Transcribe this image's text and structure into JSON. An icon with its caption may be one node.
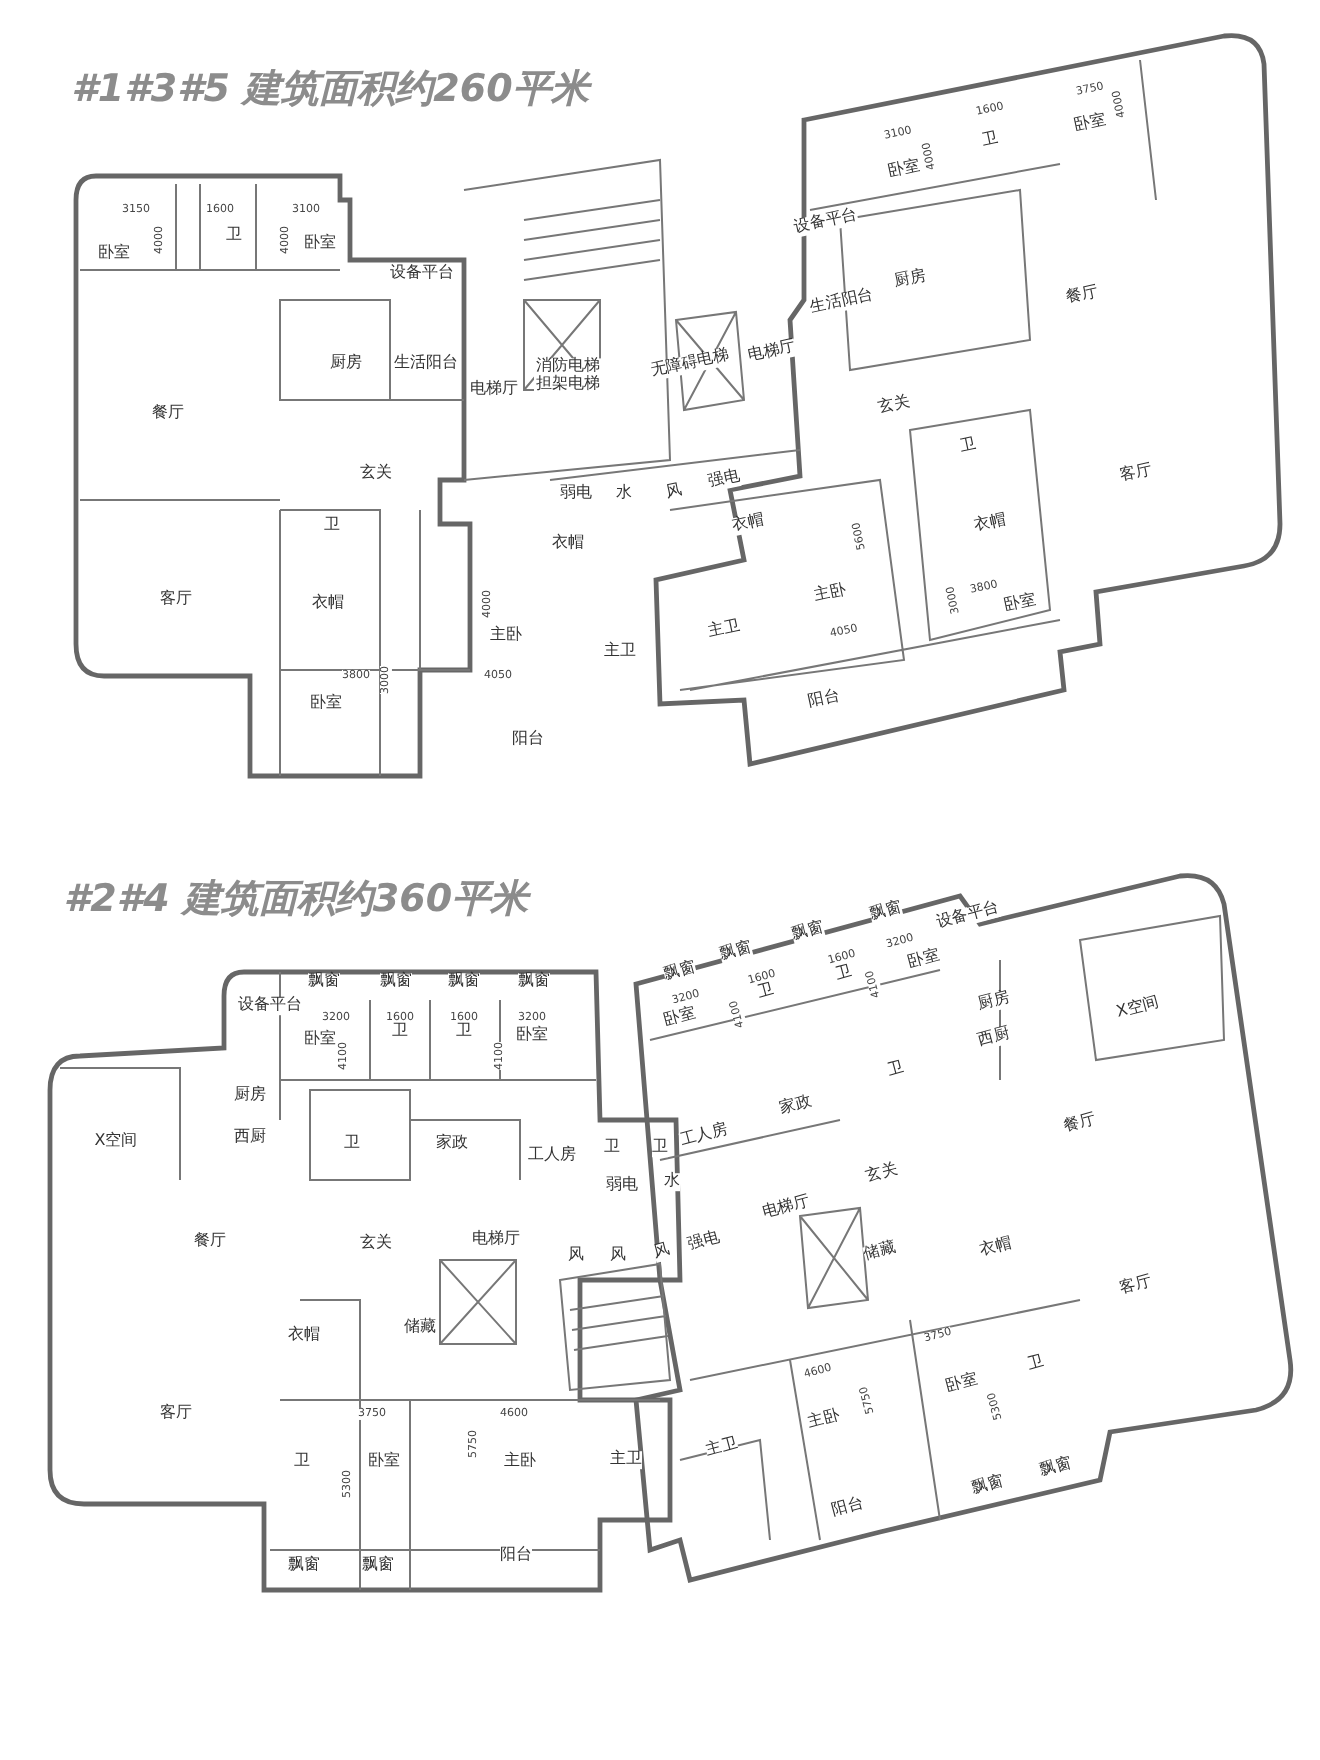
{
  "diagram": {
    "labels": [
      "#1#3#5 建筑面积约260平米",
      "3150",
      "1600",
      "3100",
      "4000",
      "卫",
      "4000",
      "卧室",
      "卧室",
      "设备平台",
      "厨房",
      "生活阳台",
      "电梯厅",
      "消防电梯担架电梯",
      "餐厅",
      "玄关",
      "弱电",
      "水",
      "风",
      "强电",
      "卫",
      "衣帽",
      "客厅",
      "衣帽",
      "4000",
      "主卧",
      "主卫",
      "3800",
      "3000",
      "4050",
      "卧室",
      "阳台",
      "3750",
      "1600",
      "3100",
      "4000",
      "卫",
      "卧室",
      "4000",
      "卧室",
      "设备平台",
      "厨房",
      "生活阳台",
      "餐厅",
      "无障碍电梯",
      "电梯厅",
      "玄关",
      "卫",
      "客厅",
      "衣帽",
      "衣帽",
      "5600",
      "主卧",
      "3000",
      "3800",
      "卧室",
      "主卫",
      "4050",
      "阳台",
      "#2#4 建筑面积约360平米",
      "飘窗",
      "飘窗",
      "飘窗",
      "飘窗",
      "设备平台",
      "3200",
      "1600",
      "1600",
      "3200",
      "卫",
      "卫",
      "卧室",
      "卧室",
      "4100",
      "4100",
      "X空间",
      "厨房",
      "西厨",
      "卫",
      "家政",
      "工人房",
      "卫",
      "卫",
      "弱电",
      "水",
      "餐厅",
      "玄关",
      "电梯厅",
      "风",
      "风",
      "风",
      "强电",
      "衣帽",
      "储藏",
      "客厅",
      "3750",
      "4600",
      "5750",
      "卫",
      "卧室",
      "主卧",
      "主卫",
      "5300",
      "阳台",
      "飘窗",
      "飘窗",
      "飘窗",
      "飘窗",
      "飘窗",
      "飘窗",
      "设备平台",
      "3200",
      "1600",
      "1600",
      "3200",
      "卫",
      "卫",
      "卧室",
      "卧室",
      "4100",
      "4100",
      "厨房",
      "西厨",
      "X空间",
      "卫",
      "家政",
      "工人房",
      "餐厅",
      "玄关",
      "电梯厅",
      "储藏",
      "衣帽",
      "客厅",
      "3750",
      "卫",
      "4600",
      "主卧",
      "5750",
      "卧室",
      "5300",
      "主卫",
      "飘窗",
      "飘窗",
      "阳台"
    ]
  }
}
